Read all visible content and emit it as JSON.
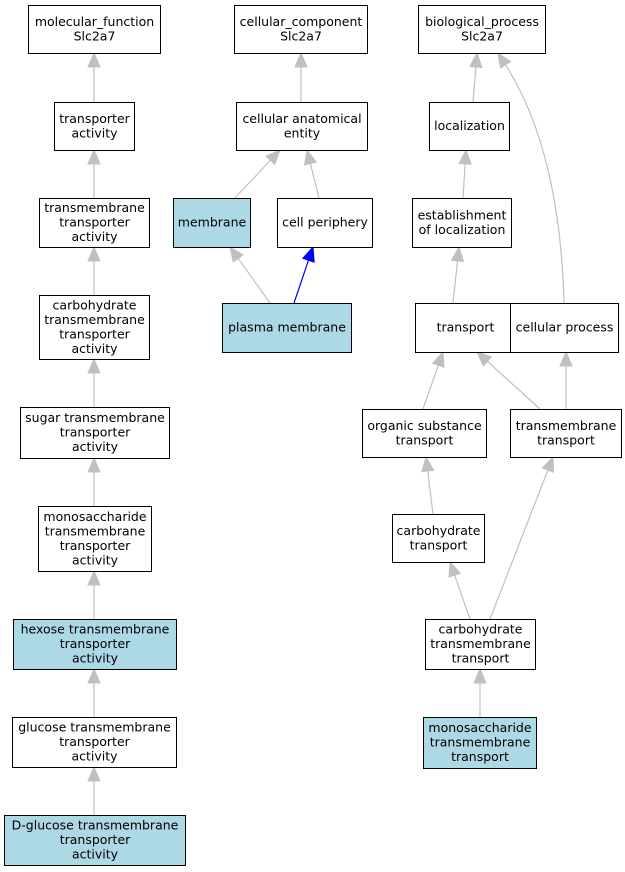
{
  "colors": {
    "highlight": "#add8e6",
    "plain": "#ffffff",
    "edge": "#c0c0c0",
    "edge_blue": "#0000ff"
  },
  "nodes": [
    {
      "id": "mf_root",
      "lines": [
        "molecular_function",
        "Slc2a7"
      ],
      "highlight": false
    },
    {
      "id": "transporter_activity",
      "lines": [
        "transporter",
        "activity"
      ],
      "highlight": false
    },
    {
      "id": "tm_transporter_activity",
      "lines": [
        "transmembrane",
        "transporter",
        "activity"
      ],
      "highlight": false
    },
    {
      "id": "carb_tm_transporter_activity",
      "lines": [
        "carbohydrate",
        "transmembrane",
        "transporter",
        "activity"
      ],
      "highlight": false
    },
    {
      "id": "sugar_tm_transporter_activity",
      "lines": [
        "sugar transmembrane",
        "transporter",
        "activity"
      ],
      "highlight": false
    },
    {
      "id": "mono_tm_transporter_activity",
      "lines": [
        "monosaccharide",
        "transmembrane",
        "transporter",
        "activity"
      ],
      "highlight": false
    },
    {
      "id": "hexose_tm_transporter_activity",
      "lines": [
        "hexose transmembrane",
        "transporter",
        "activity"
      ],
      "highlight": true
    },
    {
      "id": "glucose_tm_transporter_activity",
      "lines": [
        "glucose transmembrane",
        "transporter",
        "activity"
      ],
      "highlight": false
    },
    {
      "id": "dglucose_tm_transporter_activity",
      "lines": [
        "D-glucose transmembrane",
        "transporter",
        "activity"
      ],
      "highlight": true
    },
    {
      "id": "cc_root",
      "lines": [
        "cellular_component",
        "Slc2a7"
      ],
      "highlight": false
    },
    {
      "id": "cellular_anatomical_entity",
      "lines": [
        "cellular anatomical",
        "entity"
      ],
      "highlight": false
    },
    {
      "id": "membrane",
      "lines": [
        "membrane"
      ],
      "highlight": true
    },
    {
      "id": "cell_periphery",
      "lines": [
        "cell periphery"
      ],
      "highlight": false
    },
    {
      "id": "plasma_membrane",
      "lines": [
        "plasma membrane"
      ],
      "highlight": true
    },
    {
      "id": "bp_root",
      "lines": [
        "biological_process",
        "Slc2a7"
      ],
      "highlight": false
    },
    {
      "id": "localization",
      "lines": [
        "localization"
      ],
      "highlight": false
    },
    {
      "id": "establishment_of_localization",
      "lines": [
        "establishment",
        "of localization"
      ],
      "highlight": false
    },
    {
      "id": "transport",
      "lines": [
        "transport"
      ],
      "highlight": false
    },
    {
      "id": "cellular_process",
      "lines": [
        "cellular process"
      ],
      "highlight": false
    },
    {
      "id": "organic_substance_transport",
      "lines": [
        "organic substance",
        "transport"
      ],
      "highlight": false
    },
    {
      "id": "transmembrane_transport",
      "lines": [
        "transmembrane",
        "transport"
      ],
      "highlight": false
    },
    {
      "id": "carbohydrate_transport",
      "lines": [
        "carbohydrate",
        "transport"
      ],
      "highlight": false
    },
    {
      "id": "carb_tm_transport",
      "lines": [
        "carbohydrate",
        "transmembrane",
        "transport"
      ],
      "highlight": false
    },
    {
      "id": "mono_tm_transport",
      "lines": [
        "monosaccharide",
        "transmembrane",
        "transport"
      ],
      "highlight": true
    }
  ],
  "edges": [
    {
      "from": "transporter_activity",
      "to": "mf_root",
      "color": "gray"
    },
    {
      "from": "tm_transporter_activity",
      "to": "transporter_activity",
      "color": "gray"
    },
    {
      "from": "carb_tm_transporter_activity",
      "to": "tm_transporter_activity",
      "color": "gray"
    },
    {
      "from": "sugar_tm_transporter_activity",
      "to": "carb_tm_transporter_activity",
      "color": "gray"
    },
    {
      "from": "mono_tm_transporter_activity",
      "to": "sugar_tm_transporter_activity",
      "color": "gray"
    },
    {
      "from": "hexose_tm_transporter_activity",
      "to": "mono_tm_transporter_activity",
      "color": "gray"
    },
    {
      "from": "glucose_tm_transporter_activity",
      "to": "hexose_tm_transporter_activity",
      "color": "gray"
    },
    {
      "from": "dglucose_tm_transporter_activity",
      "to": "glucose_tm_transporter_activity",
      "color": "gray"
    },
    {
      "from": "cellular_anatomical_entity",
      "to": "cc_root",
      "color": "gray"
    },
    {
      "from": "membrane",
      "to": "cellular_anatomical_entity",
      "color": "gray"
    },
    {
      "from": "cell_periphery",
      "to": "cellular_anatomical_entity",
      "color": "gray"
    },
    {
      "from": "plasma_membrane",
      "to": "membrane",
      "color": "gray"
    },
    {
      "from": "plasma_membrane",
      "to": "cell_periphery",
      "color": "blue"
    },
    {
      "from": "localization",
      "to": "bp_root",
      "color": "gray"
    },
    {
      "from": "cellular_process",
      "to": "bp_root",
      "color": "gray"
    },
    {
      "from": "establishment_of_localization",
      "to": "localization",
      "color": "gray"
    },
    {
      "from": "transport",
      "to": "establishment_of_localization",
      "color": "gray"
    },
    {
      "from": "organic_substance_transport",
      "to": "transport",
      "color": "gray"
    },
    {
      "from": "transmembrane_transport",
      "to": "transport",
      "color": "gray"
    },
    {
      "from": "transmembrane_transport",
      "to": "cellular_process",
      "color": "gray"
    },
    {
      "from": "carbohydrate_transport",
      "to": "organic_substance_transport",
      "color": "gray"
    },
    {
      "from": "carb_tm_transport",
      "to": "carbohydrate_transport",
      "color": "gray"
    },
    {
      "from": "carb_tm_transport",
      "to": "transmembrane_transport",
      "color": "gray"
    },
    {
      "from": "mono_tm_transport",
      "to": "carb_tm_transport",
      "color": "gray"
    }
  ]
}
